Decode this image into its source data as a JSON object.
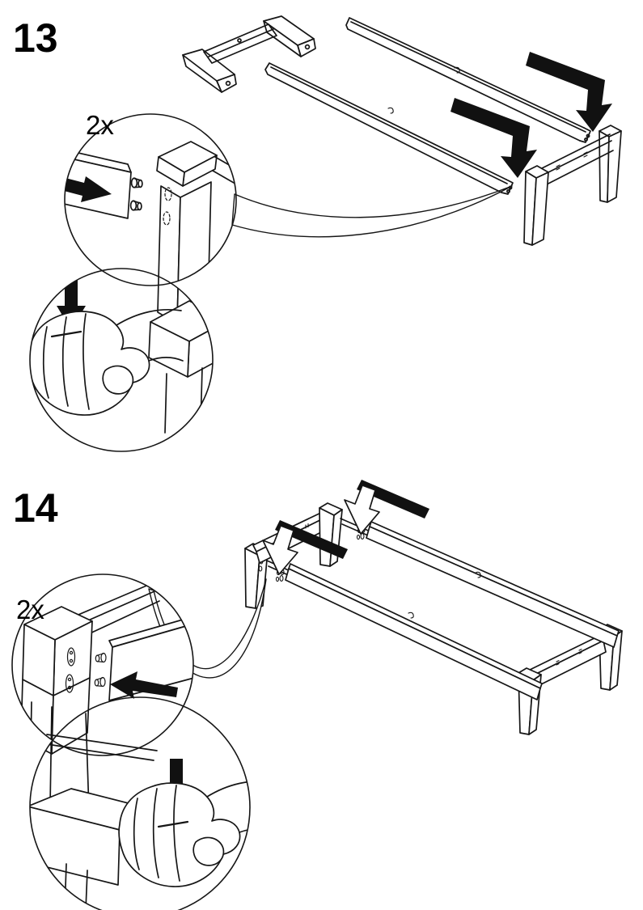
{
  "page": {
    "background_color": "#ffffff",
    "line_color": "#161616",
    "arrow_fill_color": "#111111",
    "text_color": "#000000"
  },
  "steps": [
    {
      "number": "13",
      "quantity_label": "2x"
    },
    {
      "number": "14",
      "quantity_label": "2x"
    }
  ],
  "icons": {
    "step13_insert_arrow_upper": "solid-bent-arrow-down-right",
    "step13_insert_arrow_lower": "solid-bent-arrow-down-right",
    "step13_dowel_arrow": "solid-arrow-right",
    "step13_press_arrow": "solid-arrow-down",
    "step14_insert_arrow_upper": "black-band-outline-arrow-down",
    "step14_insert_arrow_lower": "black-band-outline-arrow-down",
    "step14_dowel_arrow": "solid-arrow-left",
    "step14_press_arrow": "solid-arrow-down",
    "hand": "fist-pressing-down"
  }
}
